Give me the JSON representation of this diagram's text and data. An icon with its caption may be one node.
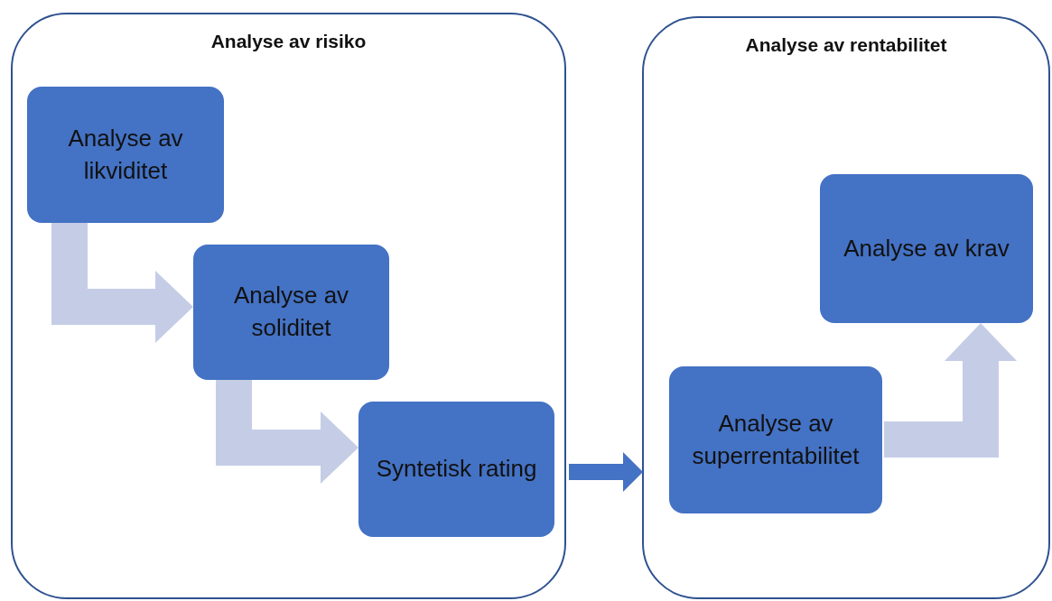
{
  "diagram": {
    "nodes": [
      {
        "text": [
          "Analyse av risiko"
        ]
      },
      {
        "text": [
          "Analyse av likviditet"
        ],
        "in": 0
      },
      {
        "text": [
          "Analyse av soliditet"
        ],
        "in": 0
      },
      {
        "text": [
          "Syntetisk rating"
        ],
        "in": 0
      },
      {
        "text": [
          "Analyse av rentabilitet"
        ]
      },
      {
        "text": [
          "Analyse av superrentabilitet"
        ],
        "in": 4
      },
      {
        "text": [
          "Analyse av krav"
        ],
        "in": 4
      }
    ],
    "edges": [
      {
        "from": 1,
        "to": 2,
        "arrow": "to"
      },
      {
        "from": 2,
        "to": 3,
        "arrow": "to"
      },
      {
        "from": 0,
        "to": 4,
        "arrow": "to",
        "color": "#4472c4"
      },
      {
        "from": 5,
        "to": 6,
        "arrow": "to"
      }
    ]
  }
}
